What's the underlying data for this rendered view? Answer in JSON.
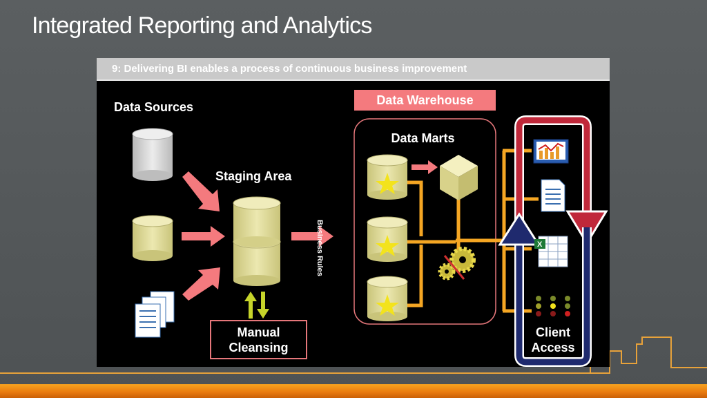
{
  "slide": {
    "title": "Integrated Reporting and Analytics"
  },
  "panel": {
    "header": "9: Delivering BI enables a process of continuous business improvement"
  },
  "diagram": {
    "data_sources": "Data Sources",
    "staging_area": "Staging Area",
    "business_rules": "Business Rules",
    "data_warehouse": "Data Warehouse",
    "data_marts": "Data Marts",
    "manual_cleansing_line1": "Manual",
    "manual_cleansing_line2": "Cleansing",
    "client_access_line1": "Client",
    "client_access_line2": "Access"
  },
  "colors": {
    "arrow_pink": "#f47a7e",
    "connector_orange": "#f5a623",
    "db_yellow": "#e0dc9a",
    "db_gray": "#d6d6d6",
    "loop_red": "#c0283a",
    "loop_blue": "#1f2a6e",
    "warehouse_label_bg": "#f47a7e",
    "accent_bar": "#f09018"
  },
  "icons": [
    "database-icon",
    "document-stack-icon",
    "cube-icon",
    "gears-icon",
    "chart-icon",
    "document-icon",
    "spreadsheet-icon",
    "traffic-light-icon",
    "up-down-arrows-icon"
  ]
}
